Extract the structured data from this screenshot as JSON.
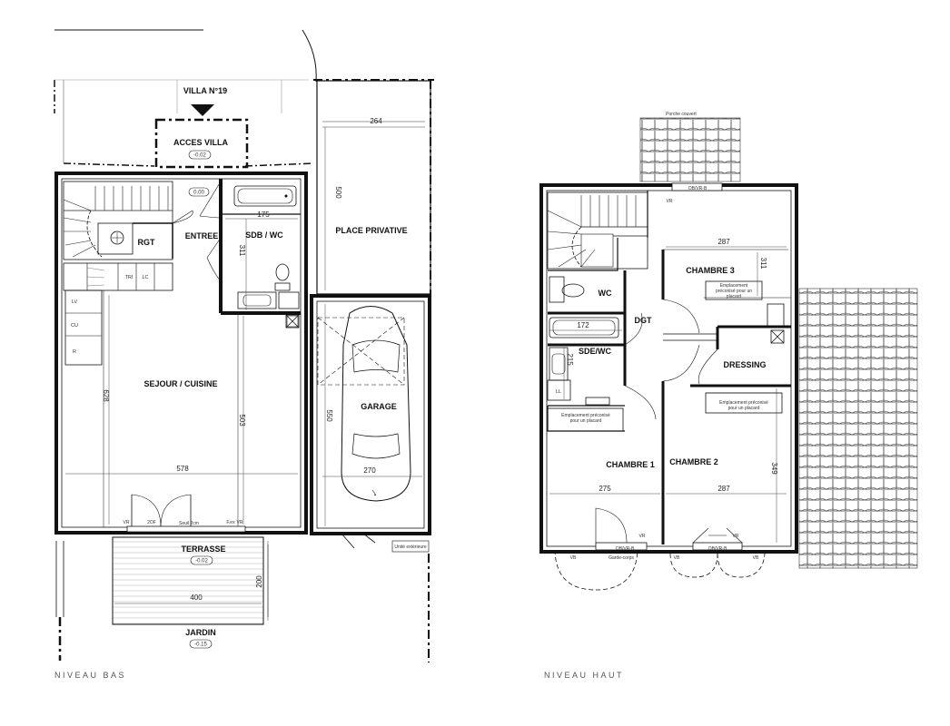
{
  "ground": {
    "villa": "VILLA N°19",
    "acces": "ACCES VILLA",
    "acces_level": "-0.02",
    "entree": "ENTREE",
    "entree_level": "0.00",
    "rgt": "RGT",
    "sdb": "SDB / WC",
    "place": "PLACE PRIVATIVE",
    "sejour": "SEJOUR / CUISINE",
    "garage": "GARAGE",
    "terrasse": "TERRASSE",
    "terrasse_level": "-0.02",
    "jardin": "JARDIN",
    "jardin_level": "-0.15",
    "dims": {
      "d264": "264",
      "d500": "500",
      "d175": "175",
      "d311": "311",
      "d628": "628",
      "d503": "503",
      "d550": "550",
      "d578": "578",
      "d270": "270",
      "d200": "200",
      "d400": "400"
    },
    "small": {
      "tri": "TRI",
      "lc": "LC",
      "lv": "LV",
      "cu": "CU",
      "r": "R",
      "seuil": "Seuil 2cm",
      "vr1": "VR",
      "vr2": "VR",
      "f1": "2OF",
      "f2": "F.ex",
      "dm": "Unité extérieure"
    },
    "caption": "NIVEAU BAS"
  },
  "upper": {
    "porche": "Porche couvert",
    "chambre3": "CHAMBRE 3",
    "wc": "WC",
    "dgt": "DGT",
    "sde": "SDE/WC",
    "dressing": "DRESSING",
    "chambre1": "CHAMBRE 1",
    "chambre2": "CHAMBRE 2",
    "ll": "LL",
    "placard1a": "Emplacement préconisé",
    "placard1b": "pour un placard",
    "placard2a": "Emplacement",
    "placard2b": "préconisé pour un",
    "placard2c": "placard",
    "placard3a": "Emplacement préconisé",
    "placard3b": "pour un placard",
    "dims": {
      "d287a": "287",
      "d311": "311",
      "d172": "172",
      "d215": "215",
      "d275": "275",
      "d287b": "287",
      "d349": "349"
    },
    "small": {
      "vr_top": "VR",
      "ob": "OB/VR-B",
      "vb1": "VB",
      "vb2": "VB",
      "vb3": "VB",
      "vr_a": "VR",
      "vr_b": "VR",
      "gc": "Garde-corps",
      "ob2": "OB/VR-B",
      "ob3": "OB/VR-B"
    },
    "caption": "NIVEAU HAUT"
  }
}
